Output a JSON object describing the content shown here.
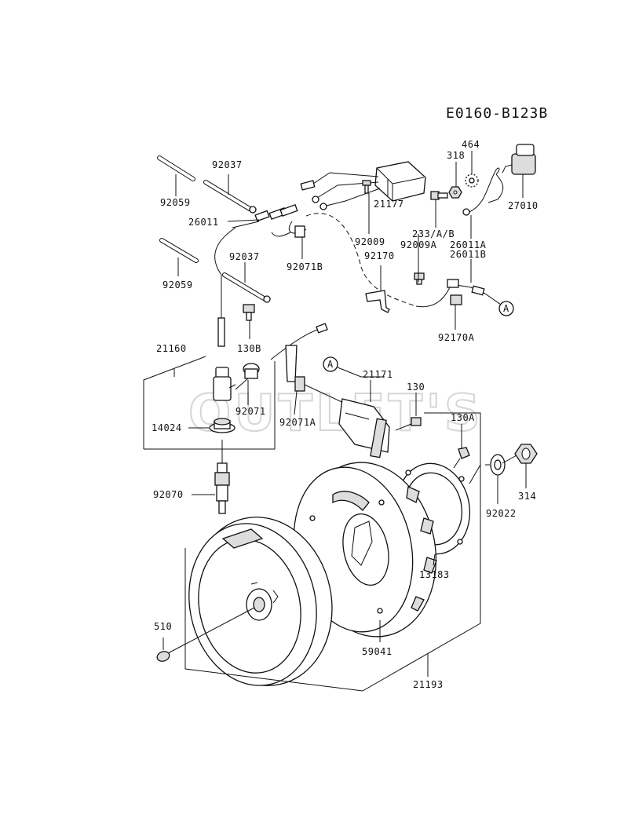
{
  "diagram_code": "E0160-B123B",
  "watermark": "OUTLET'S",
  "callout_letter": "A",
  "labels": {
    "p92037a": "92037",
    "p92059a": "92059",
    "p26011": "26011",
    "p92037b": "92037",
    "p92059b": "92059",
    "p130b": "130B",
    "p92071b": "92071B",
    "p21177": "21177",
    "p92009": "92009",
    "p92170": "92170",
    "p318": "318",
    "p464": "464",
    "p27010": "27010",
    "p233": "233/A/B",
    "p92009a": "92009A",
    "p26011a": "26011A",
    "p26011b": "26011B",
    "p92170a": "92170A",
    "p21160": "21160",
    "p92071": "92071",
    "p14024": "14024",
    "p92070": "92070",
    "p21171": "21171",
    "p130": "130",
    "p92071a": "92071A",
    "p130a": "130A",
    "p92022": "92022",
    "p314": "314",
    "p13183": "13183",
    "p510": "510",
    "p59041": "59041",
    "p21193": "21193"
  }
}
